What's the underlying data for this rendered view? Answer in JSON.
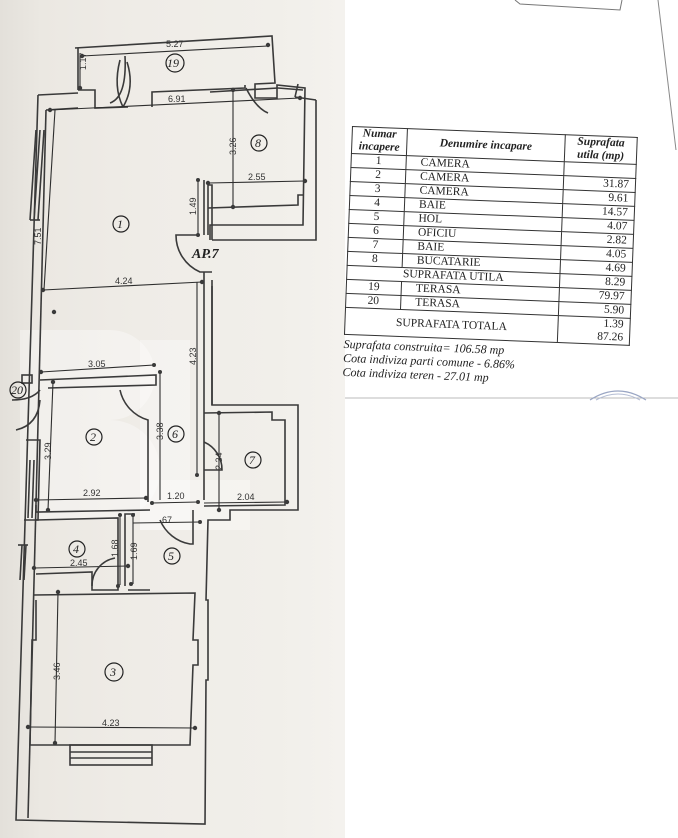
{
  "document": {
    "apartment_label": "AP.7",
    "table": {
      "headers": {
        "number": "Numar incapere",
        "name": "Denumire incapare",
        "area": "Suprafata utila (mp)"
      },
      "rows": [
        {
          "num": "1",
          "name": "CAMERA",
          "area": ""
        },
        {
          "num": "2",
          "name": "CAMERA",
          "area": "31.87"
        },
        {
          "num": "3",
          "name": "CAMERA",
          "area": "9.61"
        },
        {
          "num": "4",
          "name": "BAIE",
          "area": "14.57"
        },
        {
          "num": "5",
          "name": "HOL",
          "area": "4.07"
        },
        {
          "num": "6",
          "name": "OFICIU",
          "area": "2.82"
        },
        {
          "num": "7",
          "name": "BAIE",
          "area": "4.05"
        },
        {
          "num": "8",
          "name": "BUCATARIE",
          "area": "4.69"
        }
      ],
      "subtotal_label": "SUPRAFATA UTILA",
      "subtotal_area": "8.29",
      "terrace_rows": [
        {
          "num": "19",
          "name": "TERASA",
          "area": "79.97"
        },
        {
          "num": "20",
          "name": "TERASA",
          "area": "5.90"
        }
      ],
      "total_label": "SUPRAFATA TOTALA",
      "total_area_line1": "1.39",
      "total_area_line2": "87.26"
    },
    "notes": {
      "built_area": "Suprafata construita= 106.58 mp",
      "common_share": "Cota indiviza parti comune - 6.86%",
      "land_share": "Cota indiviza teren - 27.01 mp"
    }
  },
  "floorplan": {
    "rooms": {
      "r1": "1",
      "r2": "2",
      "r3": "3",
      "r4": "4",
      "r5": "5",
      "r6": "6",
      "r7": "7",
      "r8": "8",
      "r19": "19",
      "r20": "20"
    },
    "dimensions": {
      "terrace_width": "5.27",
      "terrace_depth": "1.17",
      "room1_top": "6.91",
      "room8_height": "3.26",
      "room8_width": "2.55",
      "entry_wall": "1.49",
      "room1_height": "7.51",
      "room1_bottom": "4.24",
      "hall_height": "4.23",
      "room2_top": "3.05",
      "room2_height": "3.29",
      "room6_height": "3.38",
      "room7_height": "2.34",
      "room2_bottom": "2.92",
      "room6_width": "1.20",
      "room7_width": "2.04",
      "door_5": "67",
      "room4_height": "1.68",
      "room5_height": "1.69",
      "room4_width": "2.45",
      "room3_height": "3.46",
      "room3_width": "4.23"
    }
  },
  "colors": {
    "paper": "#efece7",
    "ink": "#2e2e2e",
    "background": "#ffffff"
  }
}
